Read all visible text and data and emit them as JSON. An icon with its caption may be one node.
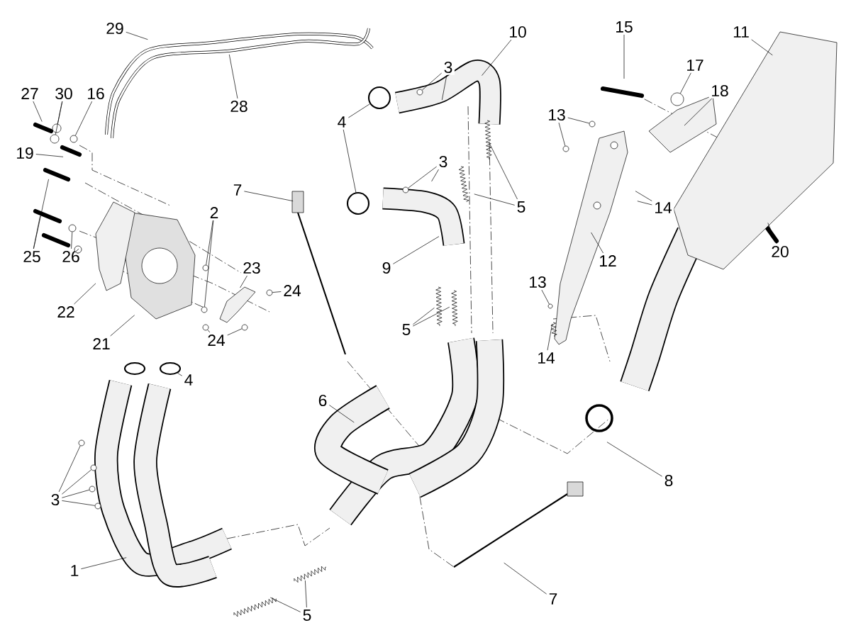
{
  "diagram": {
    "nodes": [
      {
        "text": [
          "29"
        ]
      },
      {
        "text": [
          "10"
        ]
      },
      {
        "text": [
          "11"
        ]
      },
      {
        "text": [
          "15"
        ]
      },
      {
        "text": [
          "3"
        ]
      },
      {
        "text": [
          "17"
        ]
      },
      {
        "text": [
          "18"
        ]
      },
      {
        "text": [
          "27"
        ]
      },
      {
        "text": [
          "30"
        ]
      },
      {
        "text": [
          "16"
        ]
      },
      {
        "text": [
          "28"
        ]
      },
      {
        "text": [
          "13"
        ]
      },
      {
        "text": [
          "4"
        ]
      },
      {
        "text": [
          "19"
        ]
      },
      {
        "text": [
          "3"
        ]
      },
      {
        "text": [
          "7"
        ]
      },
      {
        "text": [
          "14"
        ]
      },
      {
        "text": [
          "5"
        ]
      },
      {
        "text": [
          "2"
        ]
      },
      {
        "text": [
          "20"
        ]
      },
      {
        "text": [
          "25"
        ]
      },
      {
        "text": [
          "26"
        ]
      },
      {
        "text": [
          "12"
        ]
      },
      {
        "text": [
          "9"
        ]
      },
      {
        "text": [
          "23"
        ]
      },
      {
        "text": [
          "13"
        ]
      },
      {
        "text": [
          "24"
        ]
      },
      {
        "text": [
          "22"
        ]
      },
      {
        "text": [
          "5"
        ]
      },
      {
        "text": [
          "21"
        ]
      },
      {
        "text": [
          "24"
        ]
      },
      {
        "text": [
          "14"
        ]
      },
      {
        "text": [
          "4"
        ]
      },
      {
        "text": [
          "6"
        ]
      },
      {
        "text": [
          "8"
        ]
      },
      {
        "text": [
          "3"
        ]
      },
      {
        "text": [
          "1"
        ]
      },
      {
        "text": [
          "7"
        ]
      },
      {
        "text": [
          "5"
        ]
      },
      {
        "text": [],
        "shape": "circle"
      },
      {
        "text": [],
        "shape": "circle"
      },
      {
        "text": [],
        "shape": "circle"
      },
      {
        "text": [],
        "shape": "circle"
      },
      {
        "text": [],
        "shape": "circle"
      },
      {
        "text": [],
        "shape": "circle"
      },
      {
        "text": [],
        "shape": "circle"
      },
      {
        "text": [],
        "shape": "circle"
      },
      {
        "text": [],
        "shape": "circle"
      },
      {
        "text": [],
        "shape": "circle"
      },
      {
        "text": [],
        "shape": "circle"
      },
      {
        "text": [],
        "shape": "circle"
      },
      {
        "text": [],
        "shape": "circle"
      },
      {
        "text": [],
        "shape": "circle"
      },
      {
        "text": [],
        "shape": "circle"
      },
      {
        "text": [],
        "shape": "circle"
      },
      {
        "text": [],
        "shape": "circle"
      },
      {
        "text": [],
        "shape": "circle"
      },
      {
        "text": [],
        "shape": "circle"
      },
      {
        "text": [],
        "shape": "circle"
      },
      {
        "text": [],
        "shape": "circle"
      },
      {
        "text": [],
        "shape": "circle"
      },
      {
        "text": [],
        "shape": "circle"
      }
    ],
    "edges": [
      {
        "from": 0,
        "to": null,
        "arrow": "none"
      },
      {
        "from": 1,
        "to": null,
        "arrow": "none"
      },
      {
        "from": 2,
        "to": null,
        "arrow": "none"
      },
      {
        "from": 3,
        "to": null,
        "arrow": "none"
      },
      {
        "from": 4,
        "to": 39,
        "arrow": "none"
      },
      {
        "from": 4,
        "to": null,
        "arrow": "none"
      },
      {
        "from": 5,
        "to": 40,
        "arrow": "none"
      },
      {
        "from": 6,
        "to": null,
        "arrow": "none"
      },
      {
        "from": 7,
        "to": null,
        "arrow": "none"
      },
      {
        "from": 8,
        "to": 41,
        "arrow": "none"
      },
      {
        "from": 8,
        "to": 42,
        "arrow": "none"
      },
      {
        "from": 9,
        "to": 43,
        "arrow": "none"
      },
      {
        "from": 10,
        "to": null,
        "arrow": "none"
      },
      {
        "from": 11,
        "to": 44,
        "arrow": "none"
      },
      {
        "from": 11,
        "to": 45,
        "arrow": "none"
      },
      {
        "from": 12,
        "to": 46,
        "arrow": "none"
      },
      {
        "from": 12,
        "to": 47,
        "arrow": "none"
      },
      {
        "from": 13,
        "to": null,
        "arrow": "none"
      },
      {
        "from": 14,
        "to": 48,
        "arrow": "none"
      },
      {
        "from": 14,
        "to": null,
        "arrow": "none"
      },
      {
        "from": 15,
        "to": null,
        "arrow": "none"
      },
      {
        "from": 16,
        "to": null,
        "arrow": "none"
      },
      {
        "from": 16,
        "to": null,
        "arrow": "none"
      },
      {
        "from": 17,
        "to": null,
        "arrow": "none"
      },
      {
        "from": 17,
        "to": null,
        "arrow": "none"
      },
      {
        "from": 18,
        "to": 49,
        "arrow": "none"
      },
      {
        "from": 18,
        "to": 50,
        "arrow": "none"
      },
      {
        "from": 19,
        "to": null,
        "arrow": "none"
      },
      {
        "from": 20,
        "to": null,
        "arrow": "none"
      },
      {
        "from": 20,
        "to": null,
        "arrow": "none"
      },
      {
        "from": 21,
        "to": 59,
        "arrow": "none"
      },
      {
        "from": 21,
        "to": 60,
        "arrow": "none"
      },
      {
        "from": 22,
        "to": null,
        "arrow": "none"
      },
      {
        "from": 23,
        "to": null,
        "arrow": "none"
      },
      {
        "from": 24,
        "to": null,
        "arrow": "none"
      },
      {
        "from": 25,
        "to": 51,
        "arrow": "none"
      },
      {
        "from": 26,
        "to": 52,
        "arrow": "none"
      },
      {
        "from": 27,
        "to": null,
        "arrow": "none"
      },
      {
        "from": 28,
        "to": null,
        "arrow": "none"
      },
      {
        "from": 28,
        "to": null,
        "arrow": "none"
      },
      {
        "from": 29,
        "to": null,
        "arrow": "none"
      },
      {
        "from": 30,
        "to": 53,
        "arrow": "none"
      },
      {
        "from": 30,
        "to": 54,
        "arrow": "none"
      },
      {
        "from": 31,
        "to": null,
        "arrow": "none"
      },
      {
        "from": 32,
        "to": 61,
        "arrow": "none"
      },
      {
        "from": 33,
        "to": null,
        "arrow": "none"
      },
      {
        "from": 34,
        "to": null,
        "arrow": "none"
      },
      {
        "from": 35,
        "to": 55,
        "arrow": "none"
      },
      {
        "from": 35,
        "to": 56,
        "arrow": "none"
      },
      {
        "from": 35,
        "to": 57,
        "arrow": "none"
      },
      {
        "from": 35,
        "to": 58,
        "arrow": "none"
      },
      {
        "from": 36,
        "to": null,
        "arrow": "none"
      },
      {
        "from": 37,
        "to": null,
        "arrow": "none"
      },
      {
        "from": 38,
        "to": null,
        "arrow": "none"
      },
      {
        "from": 38,
        "to": null,
        "arrow": "none"
      }
    ]
  }
}
